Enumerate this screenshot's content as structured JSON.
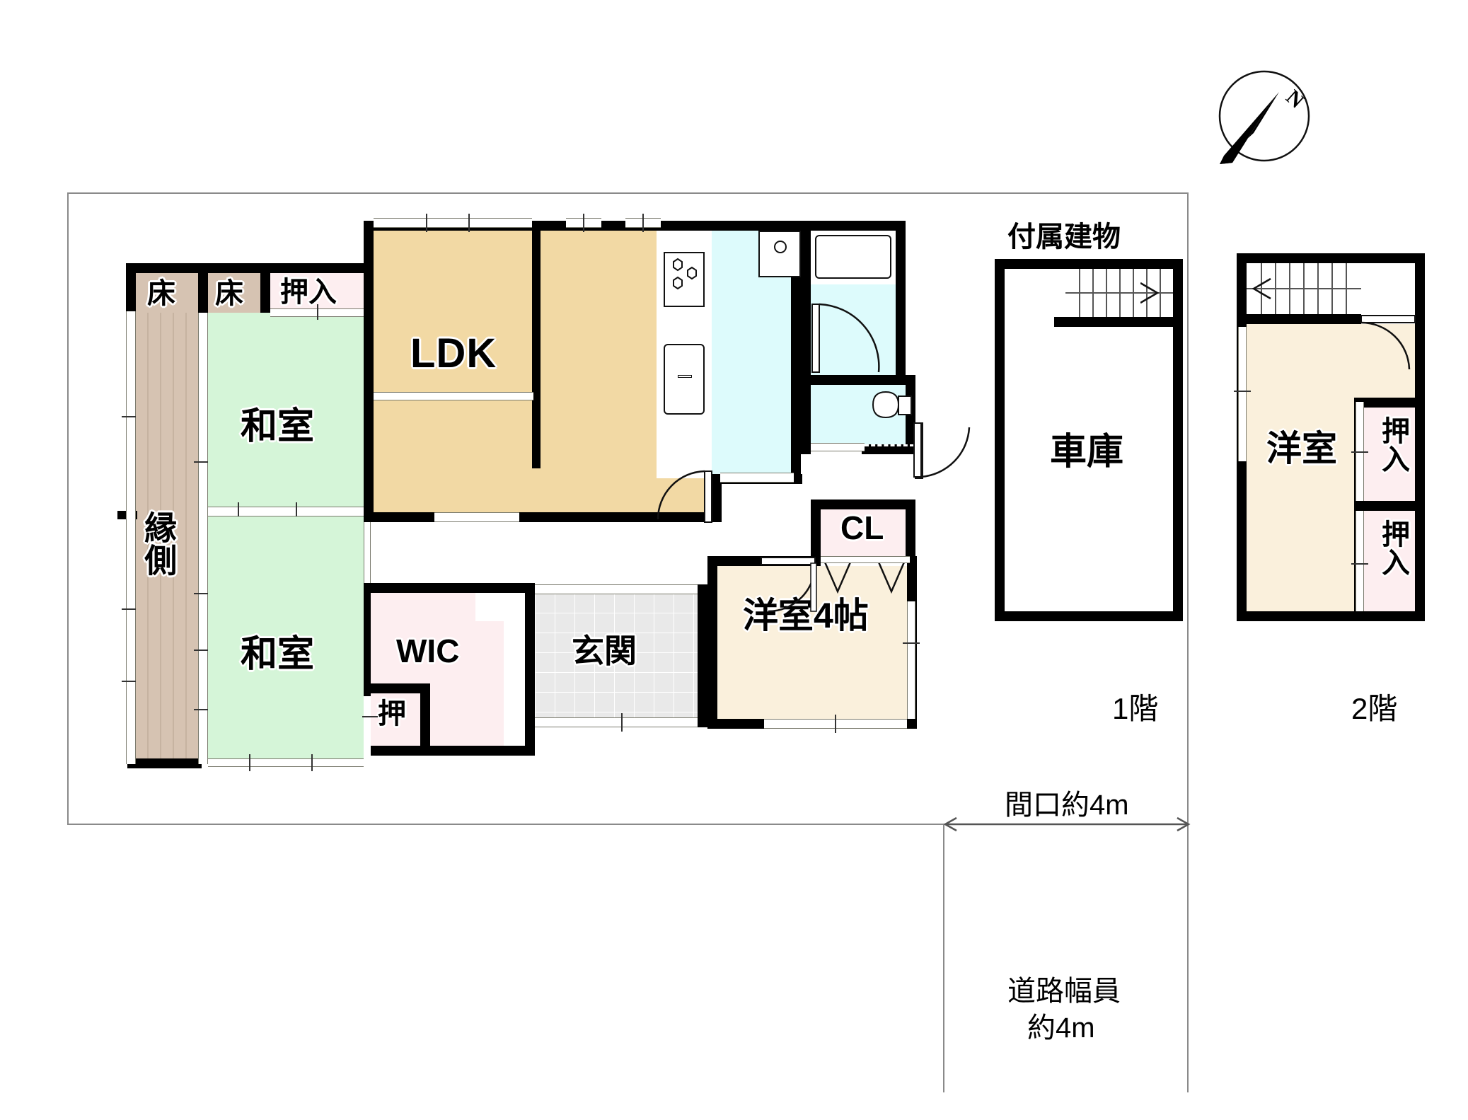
{
  "plan": {
    "title_floor1": "1階",
    "title_floor2": "2階",
    "annex_label": "付属建物",
    "frontage_label": "間口約4m",
    "road_label_line1": "道路幅員",
    "road_label_line2": "約4m",
    "compass_label": "N"
  },
  "floor1": {
    "rooms": [
      {
        "key": "tokonoma_1",
        "label": "床"
      },
      {
        "key": "tokonoma_2",
        "label": "床"
      },
      {
        "key": "oshiire_top",
        "label": "押入"
      },
      {
        "key": "washitsu_top",
        "label": "和室"
      },
      {
        "key": "washitsu_bottom",
        "label": "和室"
      },
      {
        "key": "engawa",
        "label": "縁側"
      },
      {
        "key": "ldk",
        "label": "LDK"
      },
      {
        "key": "wic",
        "label": "WIC"
      },
      {
        "key": "oshi_small",
        "label": "押"
      },
      {
        "key": "genkan",
        "label": "玄関"
      },
      {
        "key": "closet_cl",
        "label": "CL"
      },
      {
        "key": "yoshitsu4",
        "label": "洋室4帖"
      }
    ]
  },
  "annex": {
    "garage_label": "車庫"
  },
  "floor2": {
    "rooms": [
      {
        "key": "yoshitsu",
        "label": "洋室"
      },
      {
        "key": "oshiire_upper",
        "label": "押入"
      },
      {
        "key": "oshiire_lower",
        "label": "押入"
      }
    ]
  },
  "colors": {
    "tatami": "#d5f5d8",
    "ldk": "#f2d9a4",
    "bath": "#ddfbfc",
    "tub": "#5ee6f0",
    "closet": "#fdeef0",
    "wood": "#d6c3b2",
    "entry": "#eeeeee",
    "western": "#faf0dc",
    "wall": "#000000"
  }
}
